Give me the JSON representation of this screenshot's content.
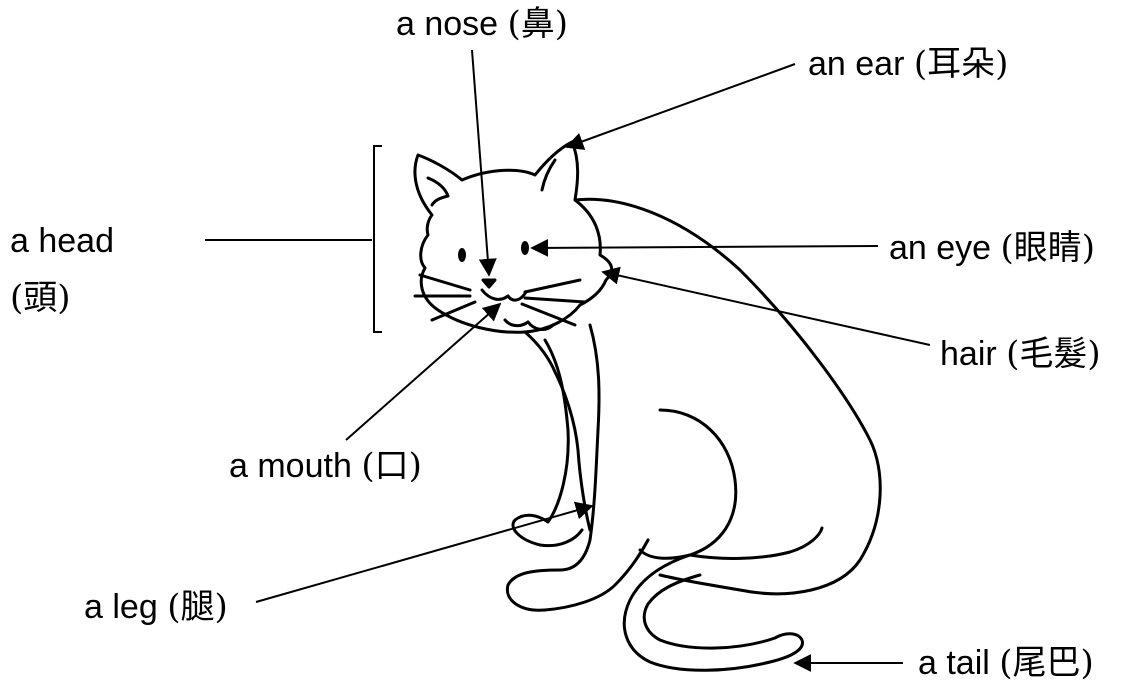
{
  "labels": {
    "nose": {
      "en": "a nose",
      "zh": "(鼻)"
    },
    "ear": {
      "en": "an ear",
      "zh": "(耳朵)"
    },
    "head": {
      "en": "a head",
      "zh": "(頭)"
    },
    "eye": {
      "en": "an eye",
      "zh": "(眼睛)"
    },
    "hair": {
      "en": "hair",
      "zh": "(毛髮)"
    },
    "mouth": {
      "en": "a mouth",
      "zh": "(口)"
    },
    "leg": {
      "en": "a leg",
      "zh": "(腿)"
    },
    "tail": {
      "en": "a tail",
      "zh": "(尾巴)"
    }
  },
  "colors": {
    "line": "#000000",
    "background": "#ffffff"
  }
}
